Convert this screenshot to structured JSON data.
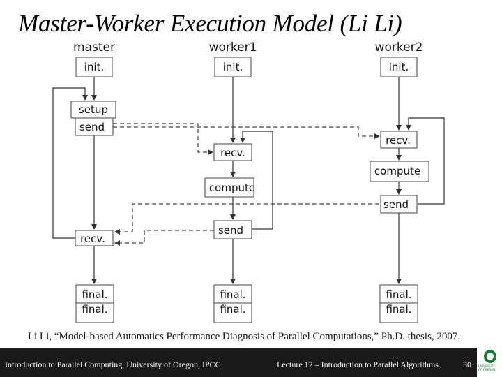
{
  "title": "Master-Worker Execution Model (Li Li)",
  "diagram": {
    "columns": {
      "master": "master",
      "worker1": "worker1",
      "worker2": "worker2"
    },
    "master": {
      "init": "init.",
      "setup": "setup",
      "send": "send",
      "recv": "recv.",
      "final": "final.",
      "final_ghost": "final."
    },
    "worker1": {
      "init": "init.",
      "recv": "recv.",
      "compute": "compute",
      "send": "send",
      "final": "final.",
      "final_ghost": "final."
    },
    "worker2": {
      "init": "init.",
      "recv": "recv.",
      "compute": "compute",
      "send": "send",
      "final": "final.",
      "final_ghost": "final."
    }
  },
  "citation": "Li Li, “Model-based Automatics Performance Diagnosis of Parallel Computations,” Ph.D. thesis, 2007.",
  "footer": {
    "course": "Introduction to Parallel Computing, University of Oregon, IPCC",
    "lecture": "Lecture 12 – Introduction to Parallel Algorithms",
    "page": "30"
  },
  "logo": {
    "line1": "UNIVERSITY",
    "line2": "OF OREGON"
  },
  "colors": {
    "footer_bg": "#1a1a1a",
    "logo_green": "#1a7a3a"
  }
}
